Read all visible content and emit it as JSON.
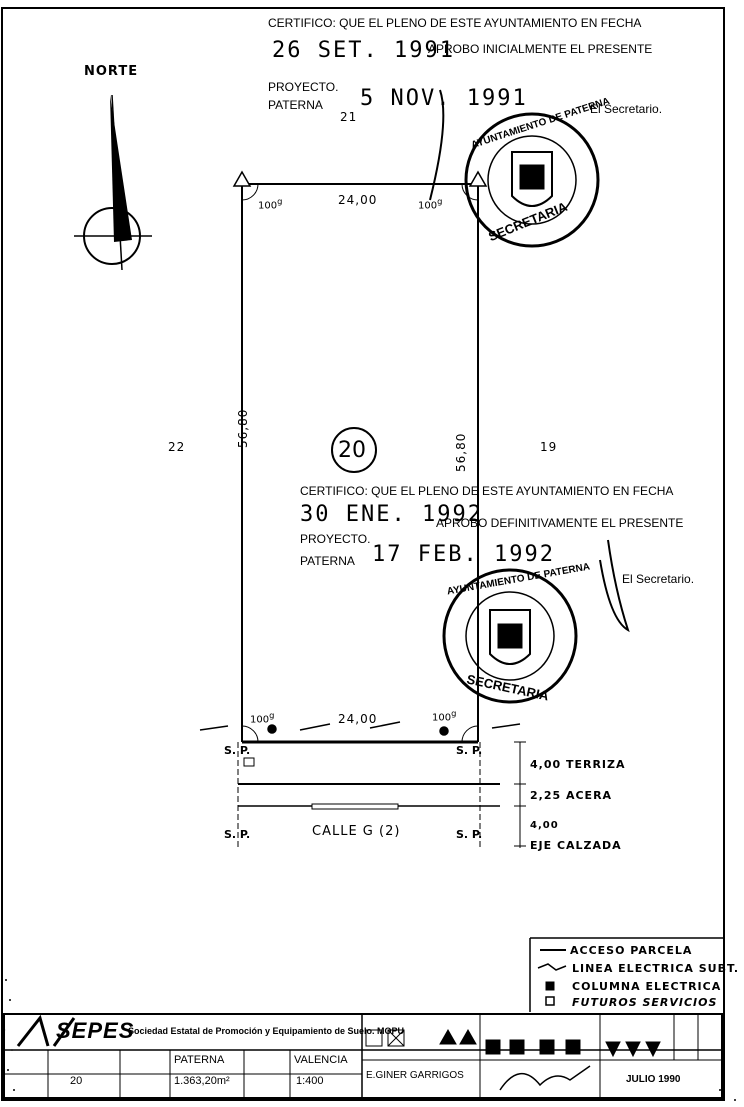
{
  "north": {
    "label": "NORTE"
  },
  "cert1": {
    "line1": "CERTIFICO: QUE EL PLENO DE ESTE AYUNTAMIENTO EN FECHA",
    "date": "26 SET. 1991",
    "line2": "APROBO INICIALMENTE EL PRESENTE",
    "line3": "PROYECTO.",
    "paterna": "PATERNA",
    "sign_date": "5 NOV. 1991",
    "secretary": "El Secretario."
  },
  "cert2": {
    "line1": "CERTIFICO: QUE EL PLENO DE ESTE AYUNTAMIENTO EN FECHA",
    "date": "30 ENE. 1992",
    "line2": "APROBO DEFINITIVAMENTE EL PRESENTE",
    "line3": "PROYECTO.",
    "paterna": "PATERNA",
    "sign_date": "17 FEB. 1992",
    "secretary": "El Secretario."
  },
  "seal": {
    "top": "AYUNTAMIENTO DE PATERNA",
    "bottom": "SECRETARIA"
  },
  "plot": {
    "number": "20",
    "top_width": "24,00",
    "bottom_width": "24,00",
    "left_depth": "56,80",
    "right_depth": "56,80",
    "angle": "100",
    "angle_unit": "g"
  },
  "neighbors": {
    "top": "21",
    "left": "22",
    "right": "19"
  },
  "street": {
    "sp": "S. P.",
    "name": "CALLE  G  (2)",
    "terraza": "4,00 TERRIZA",
    "acera": "2,25 ACERA",
    "calzada_value": "4,00",
    "calzada_label": "EJE CALZADA"
  },
  "legend": {
    "acceso": "ACCESO PARCELA",
    "linea": "LINEA ELECTRICA SUBT.",
    "columna": "COLUMNA ELECTRICA",
    "futuros": "FUTUROS SERVICIOS"
  },
  "title_block": {
    "logo": "SEPES",
    "company": "Sociedad Estatal de Promoción y Equipamiento de Suelo. MOPU",
    "parcela_value": "20",
    "localidad_value": "PATERNA",
    "superficie_value": "1.363,20m²",
    "provincia_value": "VALENCIA",
    "escala_value": "1:400",
    "autor_value": "E.GINER GARRIGOS",
    "fecha_value": "JULIO 1990"
  }
}
